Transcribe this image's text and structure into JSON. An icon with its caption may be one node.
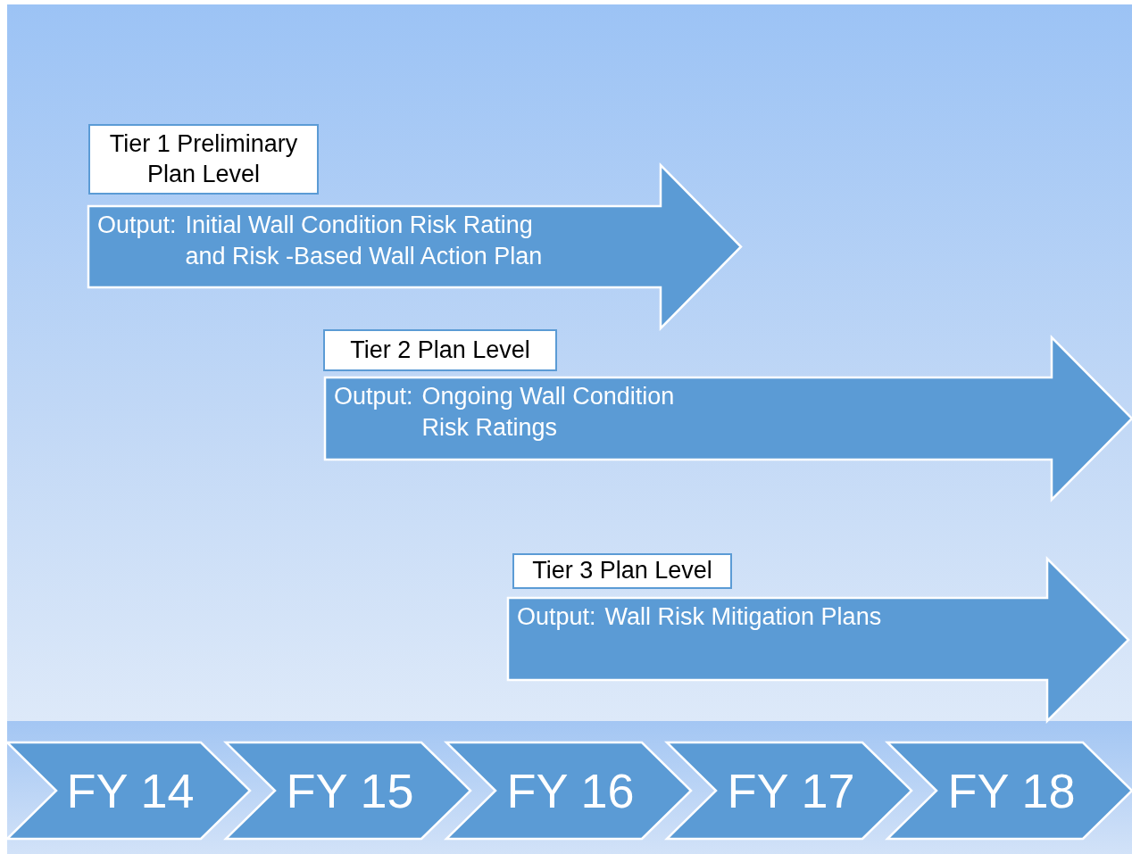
{
  "diagram": {
    "nodes": [
      {
        "text": [
          "Tier 1 Preliminary Plan Level"
        ]
      },
      {
        "text": [
          "Output:",
          "Initial Wall Condition Risk Rating and Risk -Based Wall Action Plan"
        ]
      },
      {
        "text": [
          "Tier 2 Plan Level"
        ]
      },
      {
        "text": [
          "Output:",
          "Ongoing Wall Condition Risk Ratings"
        ]
      },
      {
        "text": [
          "Tier 3 Plan Level"
        ]
      },
      {
        "text": [
          "Output:",
          "Wall Risk Mitigation Plans"
        ]
      },
      {
        "text": [
          "FY 14"
        ]
      },
      {
        "text": [
          "FY 15"
        ]
      },
      {
        "text": [
          "FY 16"
        ]
      },
      {
        "text": [
          "FY 17"
        ]
      },
      {
        "text": [
          "FY 18"
        ]
      }
    ]
  }
}
